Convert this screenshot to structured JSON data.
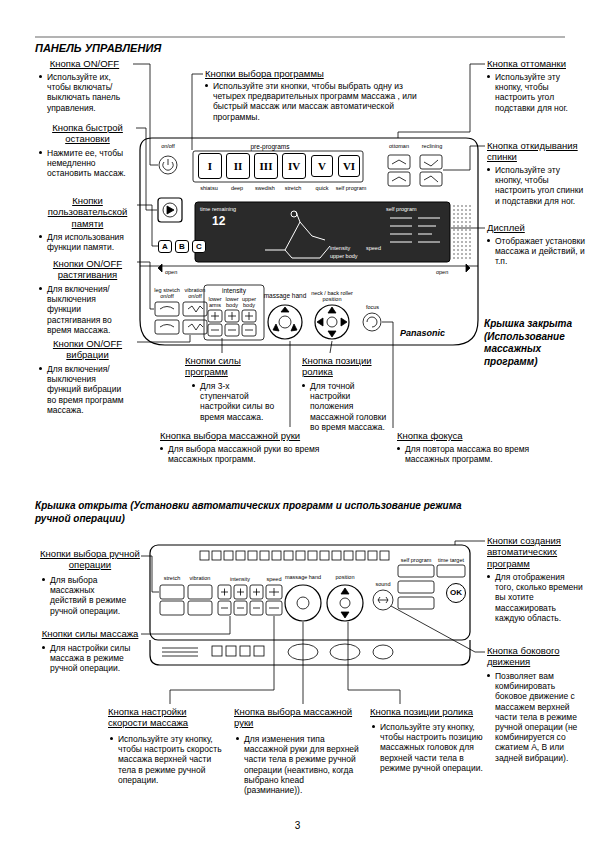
{
  "diagram": {
    "title": "ПАНЕЛЬ УПРАВЛЕНИЯ",
    "nodes": [
      {
        "text": [
          "I"
        ]
      },
      {
        "text": [
          "II"
        ]
      },
      {
        "text": [
          "III"
        ]
      },
      {
        "text": [
          "IV"
        ]
      },
      {
        "text": [
          "V"
        ]
      },
      {
        "text": [
          "VI"
        ]
      },
      {
        "text": [
          "A"
        ]
      },
      {
        "text": [
          "B"
        ]
      },
      {
        "text": [
          "C"
        ]
      },
      {
        "text": [
          "OK"
        ]
      }
    ],
    "labels": [
      "Кнопка ON/OFF",
      "Используйте их, чтобы включать/ выключать панель управления.",
      "Кнопки выбора программы",
      "Используйте эти кнопки, чтобы выбрать одну из четырех предварительных программ массажа , или быстрый массаж или массаж автоматической программы.",
      "Кнопка оттоманки",
      "Используйте эту кнопку, чтобы настроить угол подставки для ног.",
      "Кнопка быстрой остановки",
      "Нажмите ее, чтобы немедленно остановить массаж.",
      "Кнопка откидывания спинки",
      "Используйте эту кнопку, чтобы настроить угол спинки и подставки для ног.",
      "Кнопки пользовательской памяти",
      "Для использования функции памяти.",
      "Дисплей",
      "Отображает установки массажа и действий, и т.п.",
      "Кнопки ON/OFF растягивания",
      "Для включения/ выключения функции растягивания во время массажа.",
      "Кнопки ON/OFF вибрации",
      "Для включения/ выключения функций вибрации во время программ массажа.",
      "Кнопки силы программ",
      "Для 3-х ступенчатой настройки силы во время массажа.",
      "Кнопка позиции ролика",
      "Для точной настройки положения массажной головки во время массажа.",
      "Кнопка выбора массажной руки",
      "Для выбора массажной руки во время массажных программ.",
      "Кнопка фокуса",
      "Для повтора массажа во время массажных программ.",
      "Крышка закрыта (Использование массажных программ)",
      "Крышка открыта (Установки автоматических программ и использование режима ручной операции)",
      "Кнопки выбора ручной операции",
      "Для выбора массажных действий в режиме ручной операции.",
      "Кнопки силы массажа",
      "Для настройки силы массажа в режиме ручной операции.",
      "Кнопка настройки скорости массажа",
      "Используйте эту кнопку, чтобы настроить скорость массажа верхней части тела в режиме ручной операции.",
      "Кнопка выбора массажной руки",
      "Для изменения типа массажной руки для верхней части тела в режиме ручной операции (неактивно, когда выбрано knead (разминание)).",
      "Кнопка позиции ролика",
      "Используйте эту кнопку, чтобы настроить позицию массажных головок для верхней части тела в режиме ручной операции.",
      "Кнопки создания автоматических программ",
      "Для отображения того, сколько времени вы хотите массажировать каждую область.",
      "Кнопка бокового движения",
      "Позволяет вам комбинировать боковое движение с массажем верхней части тела в режиме ручной операции (не комбинируется со сжатием А, В или задней вибрации).",
      "3",
      "on/off",
      "pre-programs",
      "shiatsu",
      "deep",
      "swedish",
      "stretch",
      "quick",
      "self program",
      "ottoman",
      "reclining",
      "time remaining",
      "12",
      "self program",
      "intensity",
      "speed",
      "upper body",
      "open",
      "open",
      "leg stretch on/off",
      "vibration on/off",
      "intensity",
      "lower arms",
      "lower body",
      "upper body",
      "massage hand",
      "neck / back roller position",
      "focus",
      "Panasonic",
      "stretch",
      "vibration",
      "intensity",
      "speed",
      "massage hand",
      "position",
      "sound",
      "self program",
      "time target"
    ]
  }
}
